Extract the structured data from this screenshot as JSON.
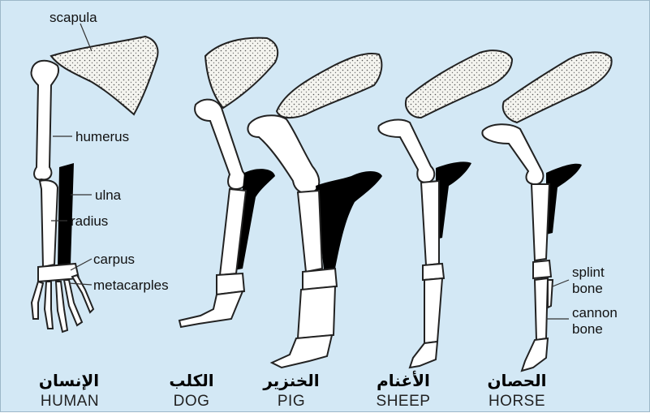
{
  "labels": {
    "scapula": "scapula",
    "humerus": "humerus",
    "ulna": "ulna",
    "radius": "radius",
    "carpus": "carpus",
    "metacarples": "metacarples",
    "splint_bone_1": "splint",
    "splint_bone_2": "bone",
    "cannon_bone_1": "cannon",
    "cannon_bone_2": "bone"
  },
  "animals": [
    {
      "arabic": "الإنسان",
      "english": "HUMAN"
    },
    {
      "arabic": "الكلب",
      "english": "DOG"
    },
    {
      "arabic": "الخنزير",
      "english": "PIG"
    },
    {
      "arabic": "الأغنام",
      "english": "SHEEP"
    },
    {
      "arabic": "الحصان",
      "english": "HORSE"
    }
  ],
  "colors": {
    "background": "#d3e8f5",
    "bone": "#ffffff",
    "ulna_shade": "#000000",
    "outline": "#222222"
  }
}
